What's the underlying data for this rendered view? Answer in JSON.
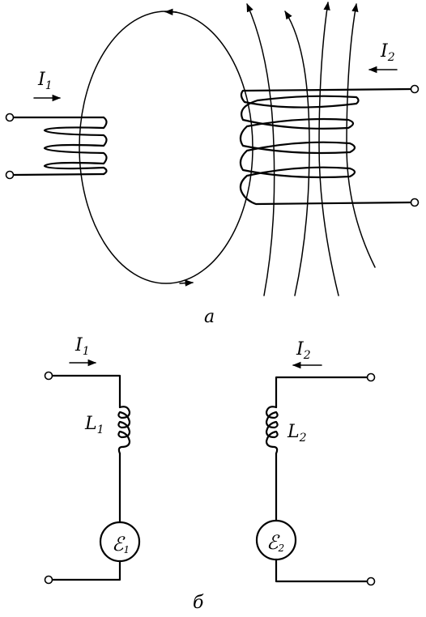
{
  "figure": {
    "part_a": {
      "caption": "a",
      "coil1": {
        "current_label": "I",
        "current_subscript": "1"
      },
      "coil2": {
        "current_label": "I",
        "current_subscript": "2"
      }
    },
    "part_b": {
      "caption": "б",
      "left_circuit": {
        "current_label": "I",
        "current_subscript": "1",
        "inductor_label": "L",
        "inductor_subscript": "1",
        "source_label": "ℰ",
        "source_subscript": "1"
      },
      "right_circuit": {
        "current_label": "I",
        "current_subscript": "2",
        "inductor_label": "L",
        "inductor_subscript": "2",
        "source_label": "ℰ",
        "source_subscript": "2"
      }
    }
  }
}
